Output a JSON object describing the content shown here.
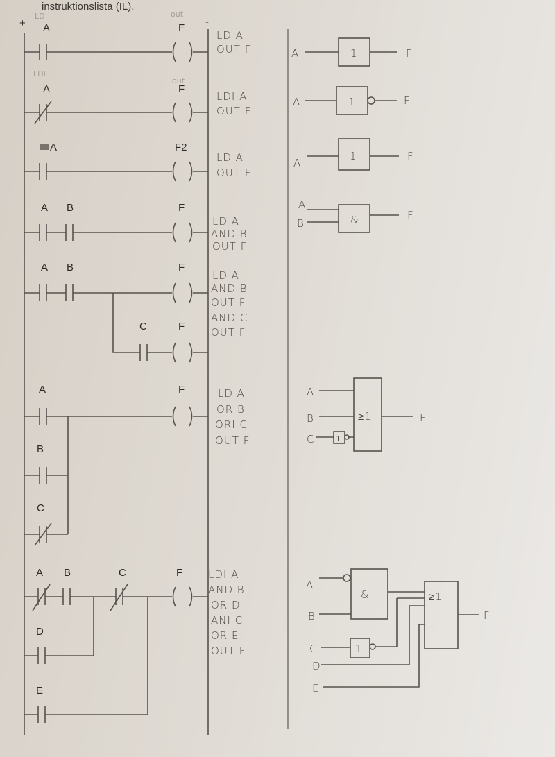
{
  "header": {
    "text": "instruktionslista (IL)."
  },
  "rails": {
    "plus": "+",
    "minus": "-"
  },
  "faint_notes": {
    "ld1": "LD",
    "out1": "out",
    "ldi2": "LDI",
    "out2": "out"
  },
  "rungs": [
    {
      "contacts": [
        "A"
      ],
      "coil": "F",
      "il": [
        "LD A",
        "OUT F"
      ]
    },
    {
      "contacts": [
        "A"
      ],
      "coil": "F",
      "il": [
        "LDI A",
        "OUT F"
      ]
    },
    {
      "contacts": [
        "A"
      ],
      "coil": "F2",
      "il": [
        "LD A",
        "OUT F"
      ]
    },
    {
      "contacts": [
        "A",
        "B"
      ],
      "coil": "F",
      "il": [
        "LD A",
        "AND B",
        "OUT F"
      ]
    },
    {
      "contacts": [
        "A",
        "B",
        "C"
      ],
      "coil": "F",
      "coil2": "F",
      "il": [
        "LD A",
        "AND B",
        "OUT F",
        "AND C",
        "OUT F"
      ]
    },
    {
      "contacts": [
        "A",
        "B",
        "C"
      ],
      "coil": "F",
      "il": [
        "LD A",
        "OR B",
        "ORI C",
        "OUT F"
      ]
    },
    {
      "contacts": [
        "A",
        "B",
        "C",
        "D",
        "E"
      ],
      "coil": "F",
      "il": [
        "LDI A",
        "AND B",
        "OR D",
        "ANI C",
        "OR E",
        "OUT F"
      ]
    }
  ],
  "gates": [
    {
      "inputs": [
        "A"
      ],
      "symbol": "1",
      "output": "F"
    },
    {
      "inputs": [
        "A"
      ],
      "symbol": "1",
      "output": "F"
    },
    {
      "inputs": [
        "A"
      ],
      "symbol": "1",
      "output": "F"
    },
    {
      "inputs": [
        "A",
        "B"
      ],
      "symbol": "&",
      "output": "F"
    },
    {
      "inputs": [
        "A",
        "B",
        "C"
      ],
      "symbol": "≥1",
      "inner": "1",
      "output": "F"
    },
    {
      "inputs": [
        "A",
        "B",
        "C",
        "D",
        "E"
      ],
      "symbol": "≥1",
      "and_symbol": "&",
      "not_symbol": "1",
      "output": "F"
    }
  ]
}
